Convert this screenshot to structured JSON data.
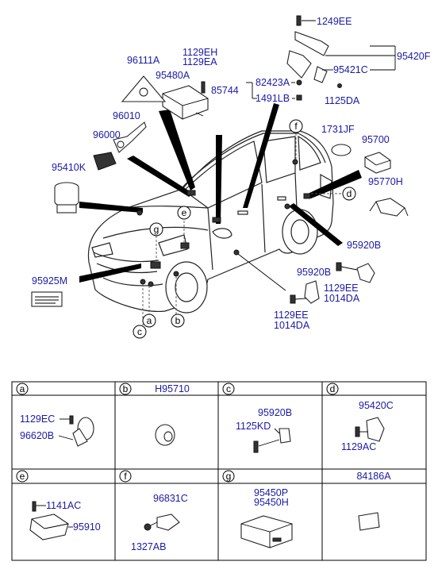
{
  "callouts": {
    "c1249EE": "1249EE",
    "c95420F": "95420F",
    "c95421C": "95421C",
    "c1125DA": "1125DA",
    "c82423A": "82423A",
    "c1491LB": "1491LB",
    "c85744": "85744",
    "c1129EH": "1129EH",
    "c1129EA": "1129EA",
    "c96111A": "96111A",
    "c95480A": "95480A",
    "c96010": "96010",
    "c96000": "96000",
    "c95410K": "95410K",
    "c1731JF": "1731JF",
    "c95700": "95700",
    "c95770H": "95770H",
    "c95920B_a": "95920B",
    "c95920B_b": "95920B",
    "c1129EE_a": "1129EE",
    "c1014DA_a": "1014DA",
    "c1129EE_b": "1129EE",
    "c1014DA_b": "1014DA",
    "c95925M": "95925M"
  },
  "circle_letters": {
    "a": "a",
    "b": "b",
    "c": "c",
    "d": "d",
    "e": "e",
    "f": "f",
    "g": "g"
  },
  "table": {
    "headers": [
      "a",
      "b",
      "c",
      "d",
      "e",
      "f",
      "g"
    ],
    "b_title": "H95710",
    "a_parts": [
      "1129EC",
      "96620B"
    ],
    "c_parts": [
      "95920B",
      "1125KD"
    ],
    "d_parts": [
      "95420C",
      "1129AC"
    ],
    "e_parts": [
      "1141AC",
      "95910"
    ],
    "f_parts": [
      "96831C",
      "1327AB"
    ],
    "g_parts": [
      "95450P",
      "95450H"
    ],
    "last_title": "84186A"
  }
}
